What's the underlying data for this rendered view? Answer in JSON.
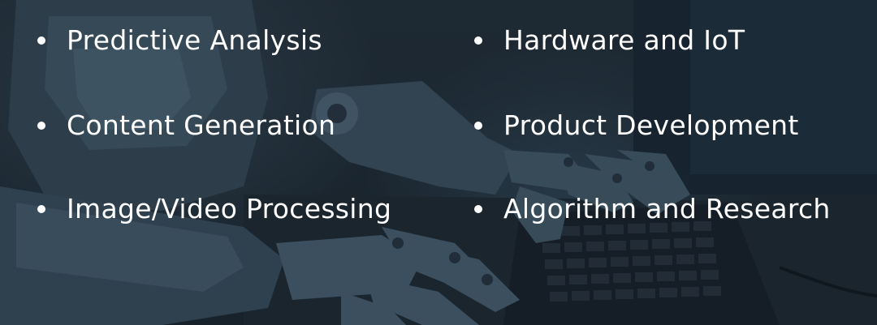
{
  "left_column": {
    "items": [
      {
        "label": "Predictive Analysis"
      },
      {
        "label": "Content Generation"
      },
      {
        "label": "Image/Video Processing"
      }
    ]
  },
  "right_column": {
    "items": [
      {
        "label": "Hardware and IoT"
      },
      {
        "label": "Product Development"
      },
      {
        "label": "Algorithm and Research"
      }
    ]
  },
  "colors": {
    "text": "#ffffff",
    "bullet": "#ffffff",
    "background_dark": "#1d2a35",
    "robot_metal": "#4a6172"
  },
  "background_image": "robot-typing-on-keyboard"
}
